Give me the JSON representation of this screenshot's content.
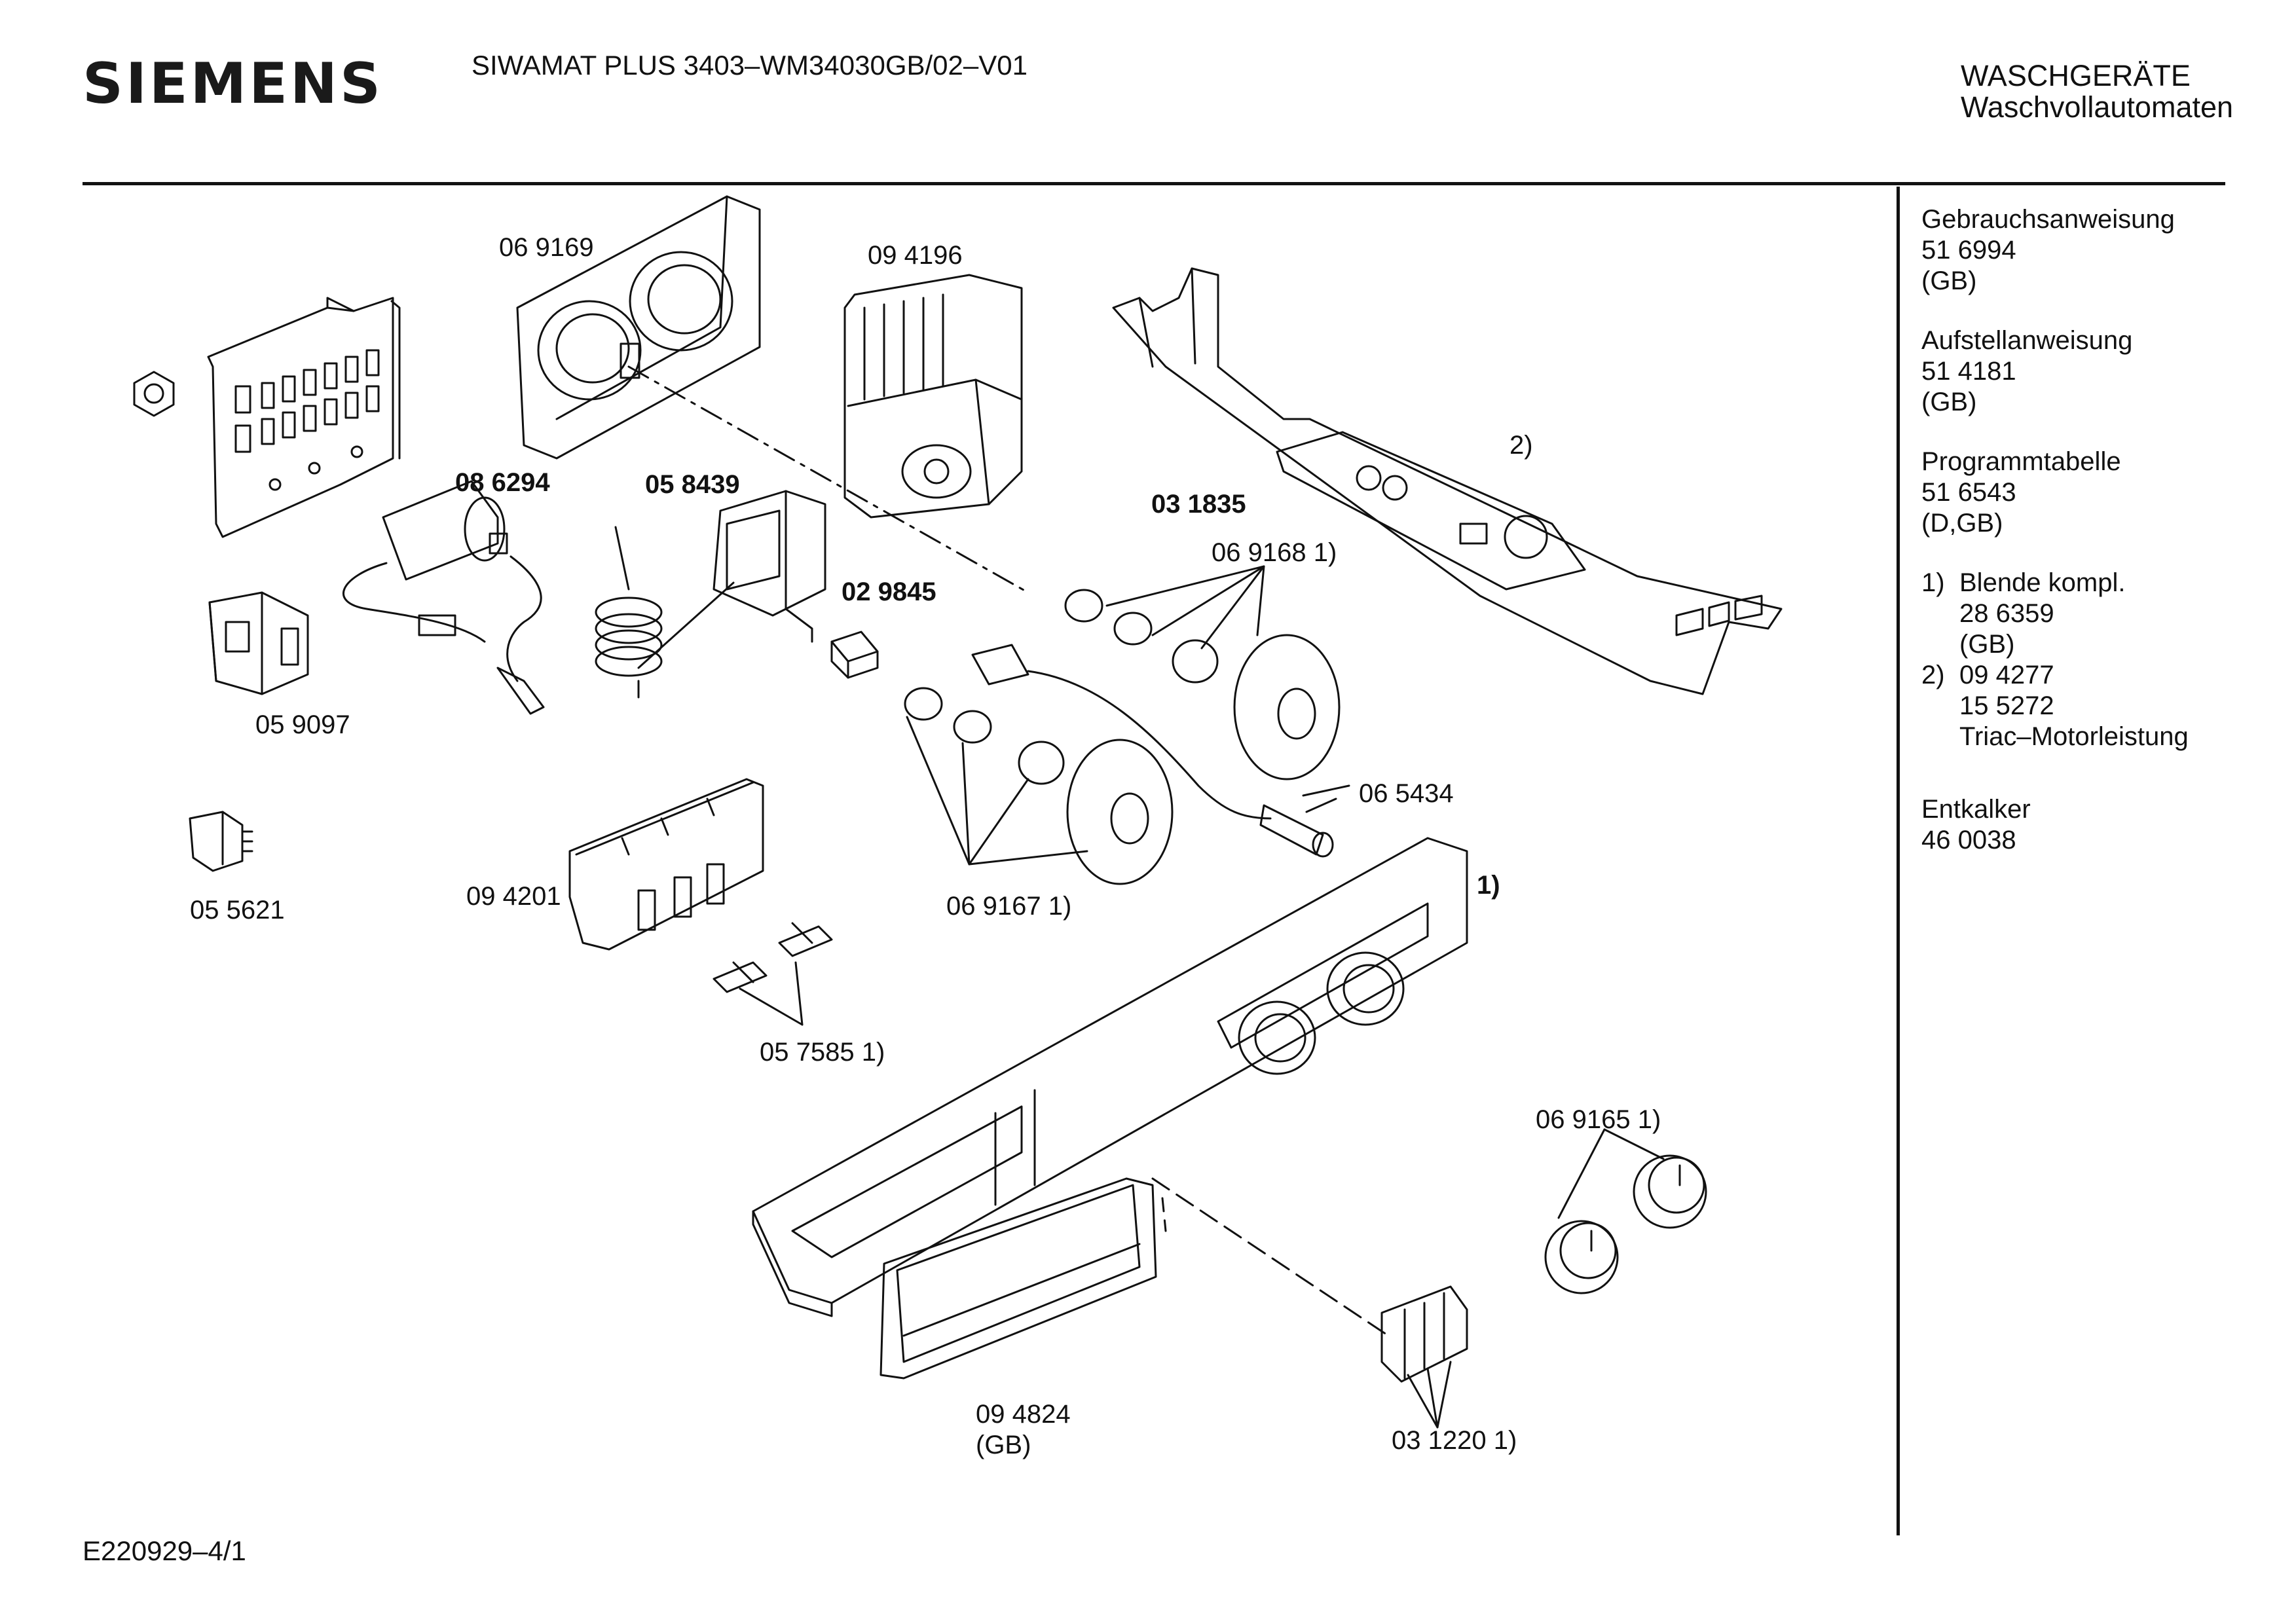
{
  "header": {
    "brand": "SIEMENS",
    "model": "SIWAMAT PLUS 3403–WM34030GB/02–V01",
    "category_line1": "WASCHGERÄTE",
    "category_line2": "Waschvollautomaten"
  },
  "footer": {
    "code": "E220929–4/1"
  },
  "sidebar": {
    "documents": [
      {
        "title": "Gebrauchsanweisung",
        "number": "51 6994",
        "note": "(GB)"
      },
      {
        "title": "Aufstellanweisung",
        "number": "51 4181",
        "note": "(GB)"
      },
      {
        "title": "Programmtabelle",
        "number": "51 6543",
        "note": "(D,GB)"
      }
    ],
    "footnotes": [
      {
        "mark": "1)",
        "lines": [
          "Blende kompl.",
          "28 6359",
          "(GB)"
        ]
      },
      {
        "mark": "2)",
        "lines": [
          "09 4277",
          "15 5272",
          "Triac–Motorleistung"
        ]
      }
    ],
    "descaler": {
      "title": "Entkalker",
      "number": "46 0038"
    }
  },
  "parts": [
    {
      "id": "p1",
      "label": "06 9169",
      "bold": false
    },
    {
      "id": "p2",
      "label": "09 4196",
      "bold": false
    },
    {
      "id": "p3",
      "label": "08 6294",
      "bold": true
    },
    {
      "id": "p4",
      "label": "05 8439",
      "bold": true
    },
    {
      "id": "p5",
      "label": "03 1835",
      "bold": true
    },
    {
      "id": "p6",
      "label": "2)",
      "bold": false
    },
    {
      "id": "p7",
      "label": "06 9168 1)",
      "bold": false
    },
    {
      "id": "p8",
      "label": "02 9845",
      "bold": true
    },
    {
      "id": "p9",
      "label": "05 9097",
      "bold": false
    },
    {
      "id": "p10",
      "label": "06 5434",
      "bold": false
    },
    {
      "id": "p11",
      "label": "1)",
      "bold": true
    },
    {
      "id": "p12",
      "label": "05 5621",
      "bold": false
    },
    {
      "id": "p13",
      "label": "09 4201",
      "bold": false
    },
    {
      "id": "p14",
      "label": "06 9167 1)",
      "bold": false
    },
    {
      "id": "p15",
      "label": "05 7585 1)",
      "bold": false
    },
    {
      "id": "p16",
      "label": "06 9165 1)",
      "bold": false
    },
    {
      "id": "p17",
      "label": "09 4824",
      "bold": false
    },
    {
      "id": "p18",
      "label": "(GB)",
      "bold": false
    },
    {
      "id": "p19",
      "label": "03 1220 1)",
      "bold": false
    }
  ]
}
